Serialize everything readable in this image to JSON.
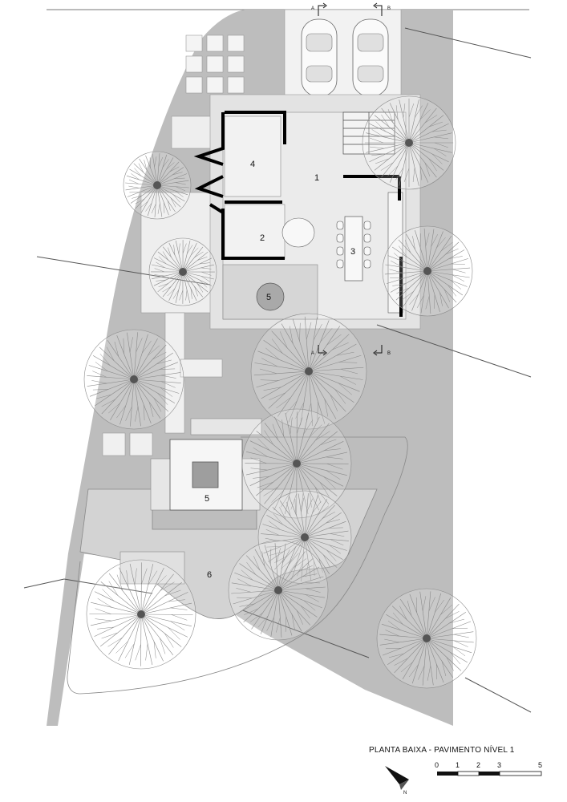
{
  "title": "PLANTA BAIXA - PAVIMENTO NÍVEL 1",
  "rooms": [
    {
      "id": "1",
      "label": "1"
    },
    {
      "id": "2",
      "label": "2"
    },
    {
      "id": "3",
      "label": "3"
    },
    {
      "id": "4",
      "label": "4"
    },
    {
      "id": "5a",
      "label": "5"
    },
    {
      "id": "5b",
      "label": "5"
    },
    {
      "id": "6",
      "label": "6"
    }
  ],
  "sections": {
    "a": "A",
    "b": "B"
  },
  "scale_bar": {
    "labels": [
      "0",
      "1",
      "2",
      "3",
      "5"
    ],
    "unit": "m"
  },
  "north_label": "N",
  "colors": {
    "lot": "#bdbdbd",
    "paving": "#d9d9d9",
    "interior": "#e6e6e6",
    "lawn": "#c9c9c9",
    "wall": "#000000",
    "tree": "#8a8a8a",
    "tree_trunk": "#555555"
  }
}
